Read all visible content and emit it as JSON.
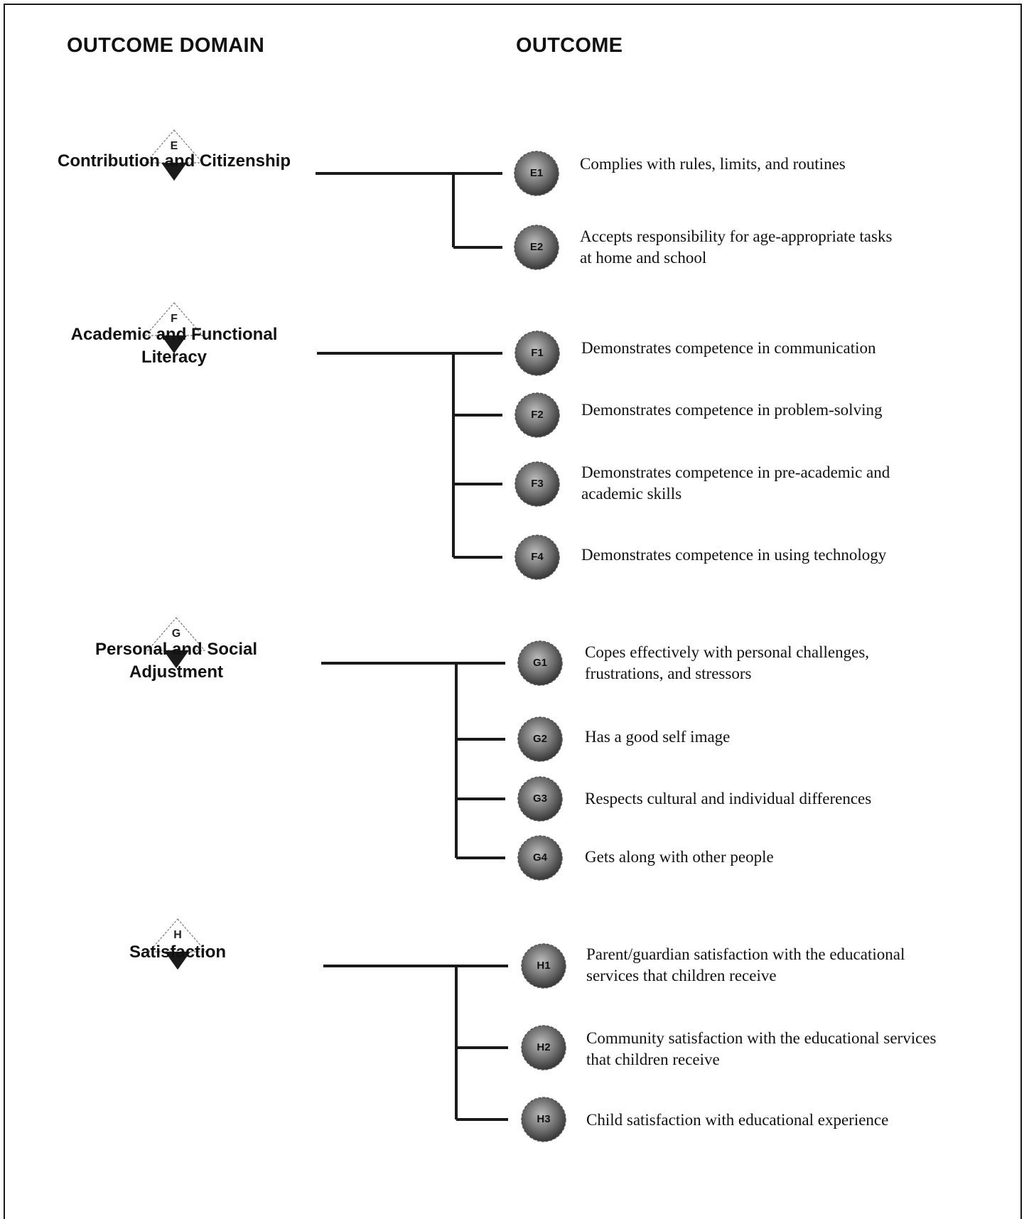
{
  "headers": {
    "domain": "OUTCOME DOMAIN",
    "outcome": "OUTCOME"
  },
  "domains": [
    {
      "letter": "E",
      "label_lines": [
        "Contribution and Citizenship"
      ],
      "outcomes": [
        {
          "code": "E1",
          "text_lines": [
            "Complies with rules, limits, and routines"
          ]
        },
        {
          "code": "E2",
          "text_lines": [
            "Accepts responsibility for age-appropriate tasks",
            "at home and school"
          ]
        }
      ]
    },
    {
      "letter": "F",
      "label_lines": [
        "Academic and Functional",
        "Literacy"
      ],
      "outcomes": [
        {
          "code": "F1",
          "text_lines": [
            "Demonstrates competence in communication"
          ]
        },
        {
          "code": "F2",
          "text_lines": [
            "Demonstrates competence in problem-solving"
          ]
        },
        {
          "code": "F3",
          "text_lines": [
            "Demonstrates competence in pre-academic and",
            "academic skills"
          ]
        },
        {
          "code": "F4",
          "text_lines": [
            "Demonstrates competence in using technology"
          ]
        }
      ]
    },
    {
      "letter": "G",
      "label_lines": [
        "Personal and Social",
        "Adjustment"
      ],
      "outcomes": [
        {
          "code": "G1",
          "text_lines": [
            "Copes effectively with personal challenges,",
            "frustrations, and stressors"
          ]
        },
        {
          "code": "G2",
          "text_lines": [
            "Has a good self image"
          ]
        },
        {
          "code": "G3",
          "text_lines": [
            "Respects cultural and individual differences"
          ]
        },
        {
          "code": "G4",
          "text_lines": [
            "Gets along with other people"
          ]
        }
      ]
    },
    {
      "letter": "H",
      "label_lines": [
        "Satisfaction"
      ],
      "outcomes": [
        {
          "code": "H1",
          "text_lines": [
            "Parent/guardian satisfaction with the educational",
            "services that children receive"
          ]
        },
        {
          "code": "H2",
          "text_lines": [
            "Community satisfaction with the educational services",
            "that children receive"
          ]
        },
        {
          "code": "H3",
          "text_lines": [
            "Child satisfaction with educational experience"
          ]
        }
      ]
    }
  ]
}
